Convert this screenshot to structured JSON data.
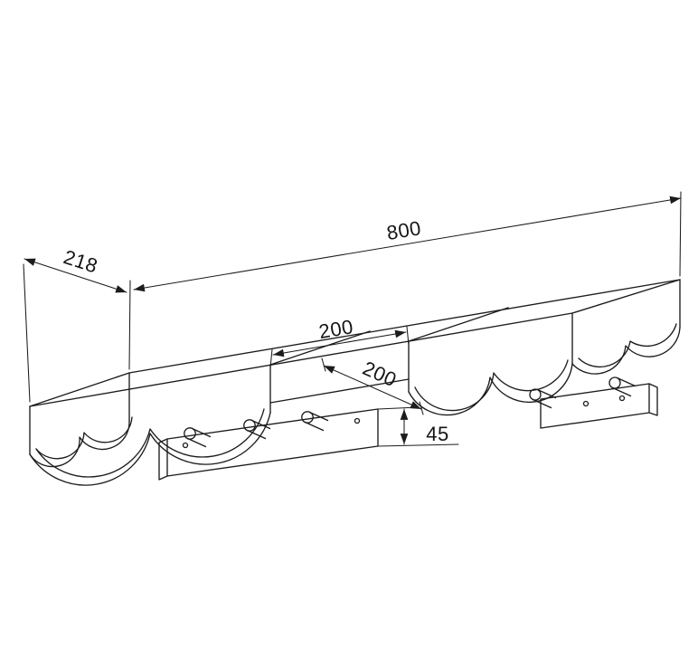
{
  "drawing": {
    "title": "scalloped-canopy-rail-technical-drawing",
    "view": "isometric",
    "dimensions": {
      "overall_length": "800",
      "overall_depth": "218",
      "center_section_length": "200",
      "panel_depth": "200",
      "bracket_height": "45"
    },
    "style": {
      "line_color": "#1c1c1c",
      "background_color": "#ffffff"
    }
  }
}
